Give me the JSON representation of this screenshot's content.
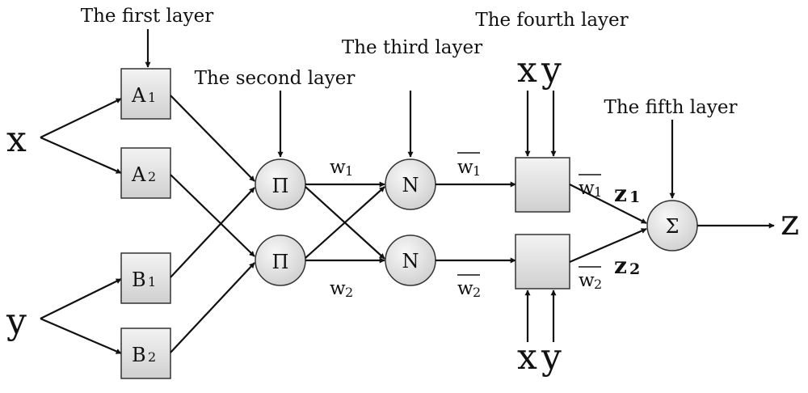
{
  "labels": {
    "layer1": "The first layer",
    "layer2": "The second layer",
    "layer3": "The third layer",
    "layer4": "The fourth layer",
    "layer5": "The fifth layer"
  },
  "inputs": {
    "x": "x",
    "y": "y",
    "z": "z",
    "z_sym": "z"
  },
  "nodes": {
    "A": "A",
    "B": "B",
    "pi": "Π",
    "N": "N",
    "sigma": "Σ",
    "w": "w",
    "sub1": "1",
    "sub2": "2"
  }
}
